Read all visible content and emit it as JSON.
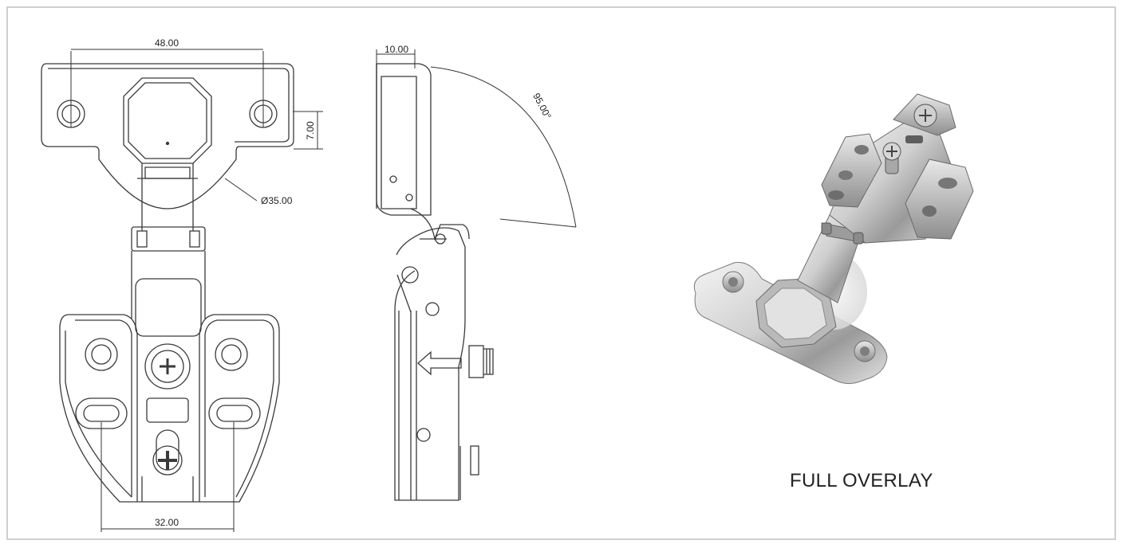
{
  "dimensions": {
    "plate_hole_spacing": "48.00",
    "plate_edge_offset": "7.00",
    "cup_diameter": "Ø35.00",
    "arm_hole_spacing": "32.00",
    "side_thickness": "10.00",
    "opening_angle": "95.00°"
  },
  "caption": "FULL OVERLAY",
  "colors": {
    "line": "#3a3a3a",
    "frame": "#cfcfcf",
    "metal_light": "#e6e6e6",
    "metal_dark": "#8c8c8c"
  }
}
